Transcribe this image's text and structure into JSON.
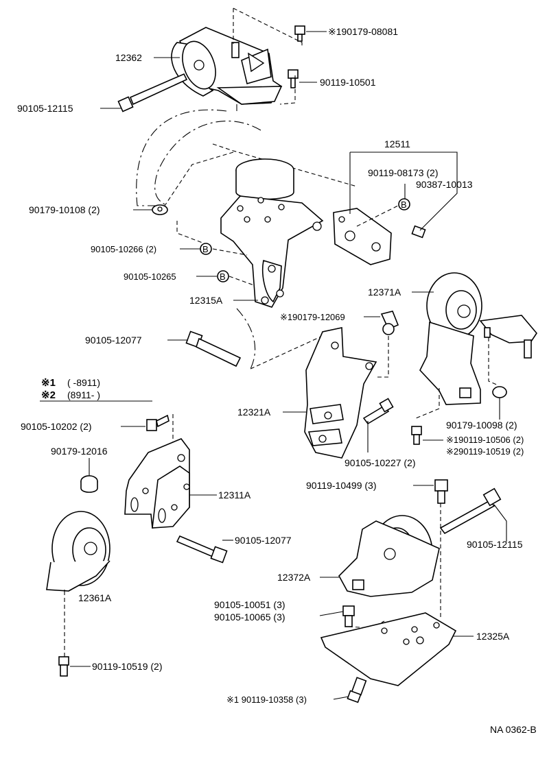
{
  "legend": {
    "line1_mark": "※1",
    "line1_range": "(      -8911)",
    "line2_mark": "※2",
    "line2_range": "(8911-        )"
  },
  "labels": {
    "p12362": "12362",
    "p190179_08081": "※190179-08081",
    "p90119_10501": "90119-10501",
    "p90105_12115_top": "90105-12115",
    "p12511": "12511",
    "p90119_08173": "90119-08173 (2)",
    "p90387_10013": "90387-10013",
    "p90179_10108": "90179-10108 (2)",
    "p90105_10266": "90105-10266 (2)",
    "p90105_10265": "90105-10265",
    "p12315A": "12315A",
    "p12371A": "12371A",
    "p190179_12069": "※190179-12069",
    "p90105_12077_top": "90105-12077",
    "p12321A": "12321A",
    "p90179_10098": "90179-10098 (2)",
    "p190119_10506": "※190119-10506 (2)",
    "p290119_10519": "※290119-10519 (2)",
    "p90105_10227": "90105-10227 (2)",
    "p90105_10202": "90105-10202 (2)",
    "p90179_12016": "90179-12016",
    "p12311A": "12311A",
    "p90105_12077_mid": "90105-12077",
    "p90119_10499": "90119-10499 (3)",
    "p90105_12115_bot": "90105-12115",
    "p12361A": "12361A",
    "p12372A": "12372A",
    "p90105_10051": "90105-10051 (3)",
    "p90105_10065": "90105-10065 (3)",
    "p12325A": "12325A",
    "p90119_10519": "90119-10519 (2)",
    "p190119_10358": "※1 90119-10358 (3)",
    "badge_b": "B",
    "ref_code": "NA 0362-B"
  }
}
